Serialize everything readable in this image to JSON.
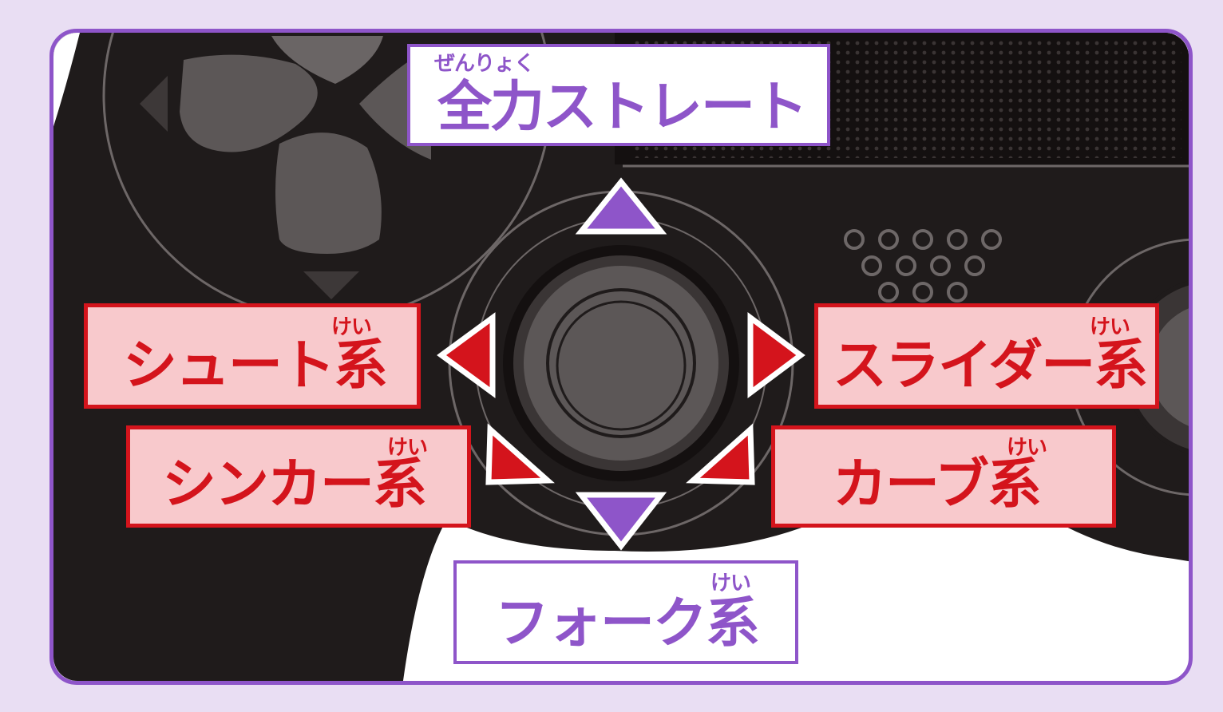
{
  "colors": {
    "background": "#e9def3",
    "frame": "#8e55c9",
    "controller": "#1f1b1b",
    "red_accent": "#d4141c",
    "red_fill": "#f8c9cc",
    "purple_accent": "#8e55c9"
  },
  "labels": {
    "up": {
      "text": "全力ストレート",
      "ruby": "ぜんりょく"
    },
    "left": {
      "text": "シュート系",
      "ruby": "けい"
    },
    "down_left": {
      "text": "シンカー系",
      "ruby": "けい"
    },
    "right": {
      "text": "スライダー系",
      "ruby": "けい"
    },
    "down_right": {
      "text": "カーブ系",
      "ruby": "けい"
    },
    "down": {
      "text": "フォーク系",
      "ruby": "けい"
    }
  },
  "icons": {
    "dpad": "dpad-icon",
    "stick": "analog-stick-icon",
    "speaker": "speaker-grille-icon",
    "arrow_up": "triangle-up-icon",
    "arrow_down": "triangle-down-icon",
    "arrow_left": "triangle-left-icon",
    "arrow_right": "triangle-right-icon"
  }
}
